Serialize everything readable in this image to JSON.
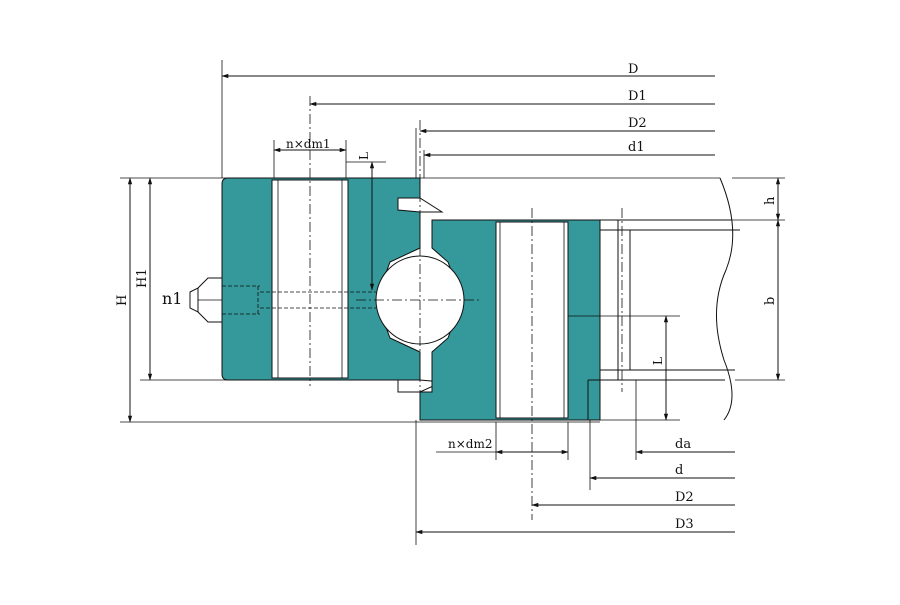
{
  "colors": {
    "ring_fill": "#35999B",
    "line": "#111111",
    "background": "#FFFFFF"
  },
  "labels": {
    "D": "D",
    "D1": "D1",
    "D2_top": "D2",
    "d1": "d1",
    "n_dm1": "n×dm1",
    "L_top": "L",
    "H": "H",
    "H1": "H1",
    "n1": "n1",
    "h": "h",
    "b": "b",
    "L_bottom": "L",
    "n_dm2": "n×dm2",
    "da": "da",
    "d": "d",
    "D2_bottom": "D2",
    "D3": "D3"
  }
}
